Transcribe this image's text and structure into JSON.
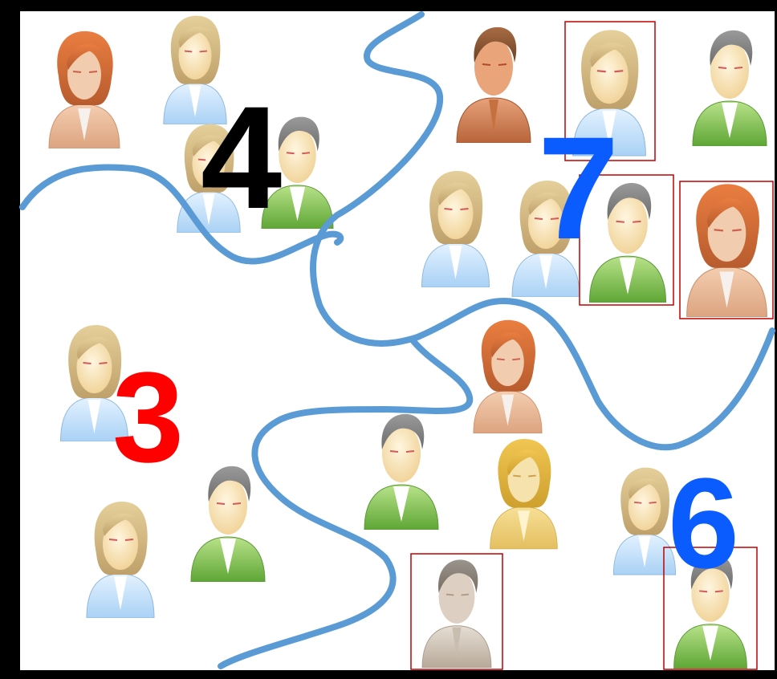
{
  "labels": {
    "region_a": "4",
    "region_b": "7",
    "region_c": "3",
    "region_d": "6"
  },
  "colors": {
    "border": "#000000",
    "region_line": "#5b9bd5",
    "label_black": "#000000",
    "label_blue": "#0a5cff",
    "label_red": "#ff0000",
    "highlight_box": "#c00000"
  },
  "people": [
    {
      "id": "p1",
      "type": "woman",
      "style": "orange"
    },
    {
      "id": "p2",
      "type": "woman",
      "style": "blue"
    },
    {
      "id": "p3",
      "type": "woman",
      "style": "blue"
    },
    {
      "id": "p4",
      "type": "man",
      "style": "green"
    },
    {
      "id": "p5",
      "type": "man",
      "style": "tan"
    },
    {
      "id": "p6",
      "type": "woman",
      "style": "blue",
      "highlighted": true
    },
    {
      "id": "p7",
      "type": "man",
      "style": "green"
    },
    {
      "id": "p8",
      "type": "woman",
      "style": "blue"
    },
    {
      "id": "p9",
      "type": "woman",
      "style": "blue"
    },
    {
      "id": "p10",
      "type": "man",
      "style": "green",
      "highlighted": true
    },
    {
      "id": "p11",
      "type": "woman",
      "style": "orange",
      "highlighted": true
    },
    {
      "id": "p12",
      "type": "woman",
      "style": "blue"
    },
    {
      "id": "p13",
      "type": "woman",
      "style": "orange"
    },
    {
      "id": "p14",
      "type": "man",
      "style": "green"
    },
    {
      "id": "p15",
      "type": "woman",
      "style": "yellow"
    },
    {
      "id": "p16",
      "type": "man",
      "style": "green"
    },
    {
      "id": "p17",
      "type": "woman",
      "style": "blue"
    },
    {
      "id": "p18",
      "type": "woman",
      "style": "blue"
    },
    {
      "id": "p19",
      "type": "man",
      "style": "gray",
      "highlighted": true
    },
    {
      "id": "p20",
      "type": "man",
      "style": "green",
      "highlighted": true
    }
  ]
}
